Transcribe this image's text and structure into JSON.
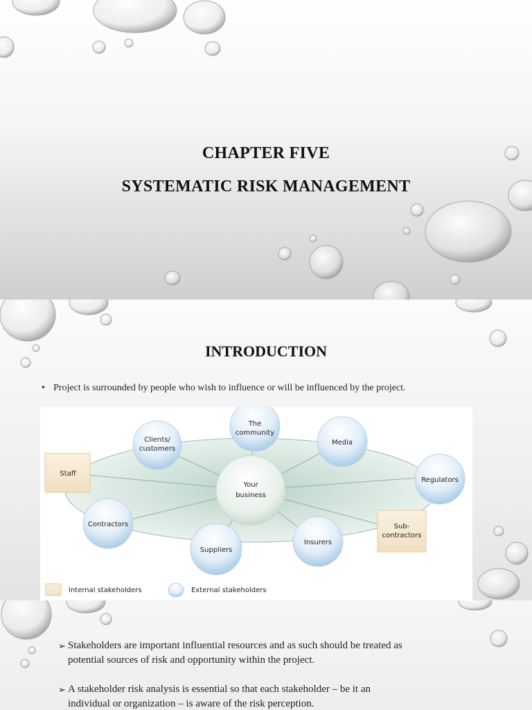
{
  "slide1": {
    "title_line1": "CHAPTER FIVE",
    "title_line2": "SYSTEMATIC RISK MANAGEMENT"
  },
  "slide2": {
    "title": "INTRODUCTION",
    "bullet_symbol": "•",
    "bullet": "Project is surrounded by people who wish to influence or will be influenced by the project.",
    "diagram": {
      "center": [
        "Your",
        "business"
      ],
      "external": [
        {
          "id": "community",
          "lines": [
            "The",
            "community"
          ]
        },
        {
          "id": "clients",
          "lines": [
            "Clients/",
            "customers"
          ]
        },
        {
          "id": "media",
          "lines": [
            "Media"
          ]
        },
        {
          "id": "regulators",
          "lines": [
            "Regulators"
          ]
        },
        {
          "id": "contractors",
          "lines": [
            "Contractors"
          ]
        },
        {
          "id": "suppliers",
          "lines": [
            "Suppliers"
          ]
        },
        {
          "id": "insurers",
          "lines": [
            "Insurers"
          ]
        }
      ],
      "internal": [
        {
          "id": "staff",
          "lines": [
            "Staff"
          ]
        },
        {
          "id": "subcontractors",
          "lines": [
            "Sub-",
            "contractors"
          ]
        }
      ],
      "legend": {
        "internal": "Internal stakeholders",
        "external": "External stakeholders"
      }
    }
  },
  "slide3": {
    "bullet_symbol": "➢",
    "points": [
      "Stakeholders are important influential resources and as such should be treated as potential sources of risk and opportunity within the project.",
      "A stakeholder risk analysis is essential so that each stakeholder – be it an individual or organization – is aware of the risk perception."
    ]
  },
  "colors": {
    "bubble_light": "#ffffff",
    "bubble_blue": "#a9cbe6",
    "internal_box": "#f6e7cf",
    "ellipse_fill": "#d6e6df"
  }
}
